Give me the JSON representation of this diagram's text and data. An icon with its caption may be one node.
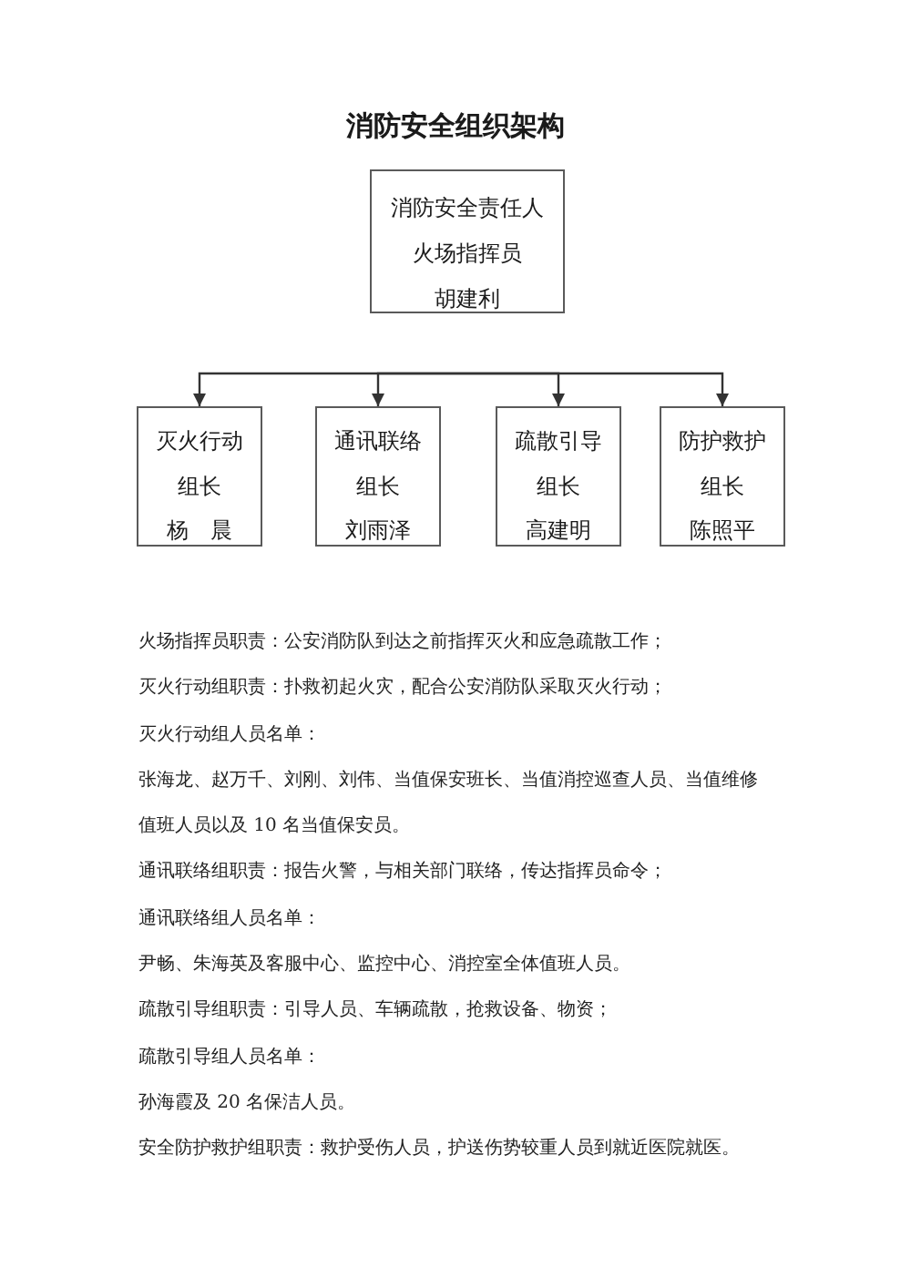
{
  "diagram": {
    "title": "消防安全组织架构",
    "nodes": [
      {
        "text": [
          "消防安全责任人",
          "火场指挥员",
          "胡建利"
        ]
      },
      {
        "text": [
          "灭火行动",
          "组长",
          "杨　晨"
        ]
      },
      {
        "text": [
          "通讯联络",
          "组长",
          "刘雨泽"
        ]
      },
      {
        "text": [
          "疏散引导",
          "组长",
          "高建明"
        ]
      },
      {
        "text": [
          "防护救护",
          "组长",
          "陈照平"
        ]
      }
    ],
    "edges": [
      {
        "from": null,
        "to": 1,
        "arrow": "to"
      },
      {
        "from": null,
        "to": 2,
        "arrow": "to"
      },
      {
        "from": null,
        "to": 3,
        "arrow": "to"
      },
      {
        "from": null,
        "to": 4,
        "arrow": "to"
      }
    ],
    "labels": [
      "火场指挥员职责：公安消防队到达之前指挥灭火和应急疏散工作；",
      "灭火行动组职责：扑救初起火灾，配合公安消防队采取灭火行动；",
      "灭火行动组人员名单：",
      "张海龙、赵万千、刘刚、刘伟、当值保安班长、当值消控巡查人员、当值维修值班人员以及 10 名当值保安员。",
      "通讯联络组职责：报告火警，与相关部门联络，传达指挥员命令；",
      "通讯联络组人员名单：",
      "尹畅、朱海英及客服中心、监控中心、消控室全体值班人员。",
      "疏散引导组职责：引导人员、车辆疏散，抢救设备、物资；",
      "疏散引导组人员名单：",
      "孙海霞及 20 名保洁人员。",
      "安全防护救护组职责：救护受伤人员，护送伤势较重人员到就近医院就医。"
    ]
  }
}
